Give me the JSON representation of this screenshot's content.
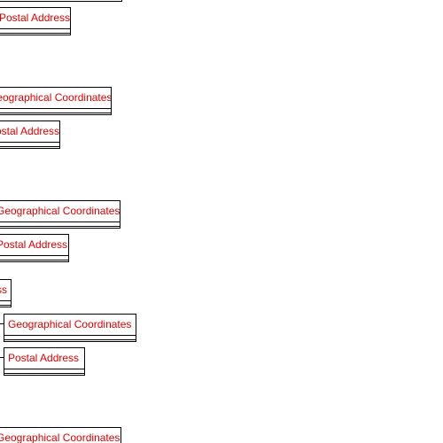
{
  "diagram": {
    "classes": [
      {
        "name": "Postal Address"
      },
      {
        "name": "Geographical Coordinates"
      },
      {
        "name": "Postal Address"
      },
      {
        "name": "Geographical Coordinates"
      },
      {
        "name": "Postal Address"
      },
      {
        "name": "Address"
      },
      {
        "name": "Geographical Coordinates"
      },
      {
        "name": "Postal Address"
      },
      {
        "name": "Geographical Coordinates"
      }
    ]
  }
}
